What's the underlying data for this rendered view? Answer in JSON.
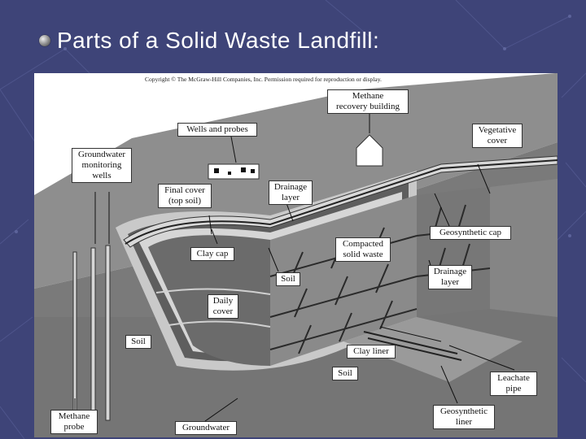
{
  "slide": {
    "title": "Parts of a Solid Waste Landfill:",
    "bullet_icon": "sphere-bullet-icon"
  },
  "figure": {
    "copyright": "Copyright © The McGraw-Hill Companies, Inc.  Permission required for reproduction or display.",
    "labels": {
      "methane_recovery_building": "Methane\nrecovery building",
      "wells_and_probes": "Wells and probes",
      "vegetative_cover": "Vegetative\ncover",
      "groundwater_monitoring_wells": "Groundwater\nmonitoring\nwells",
      "final_cover": "Final cover\n(top soil)",
      "drainage_layer_top": "Drainage\nlayer",
      "geosynthetic_cap": "Geosynthetic cap",
      "clay_cap": "Clay cap",
      "compacted_solid_waste": "Compacted\nsolid waste",
      "soil_middle": "Soil",
      "drainage_layer_right": "Drainage\nlayer",
      "daily_cover": "Daily\ncover",
      "soil_left": "Soil",
      "clay_liner": "Clay liner",
      "soil_bottom": "Soil",
      "leachate_pipe": "Leachate\npipe",
      "geosynthetic_liner": "Geosynthetic\nliner",
      "methane_probe": "Methane\nprobe",
      "groundwater": "Groundwater"
    }
  },
  "colors": {
    "slide_background": "#3e4478",
    "ground": "#8c8c8c",
    "waste": "#6a6a6a",
    "cover_layers": "#b5b5b5"
  }
}
